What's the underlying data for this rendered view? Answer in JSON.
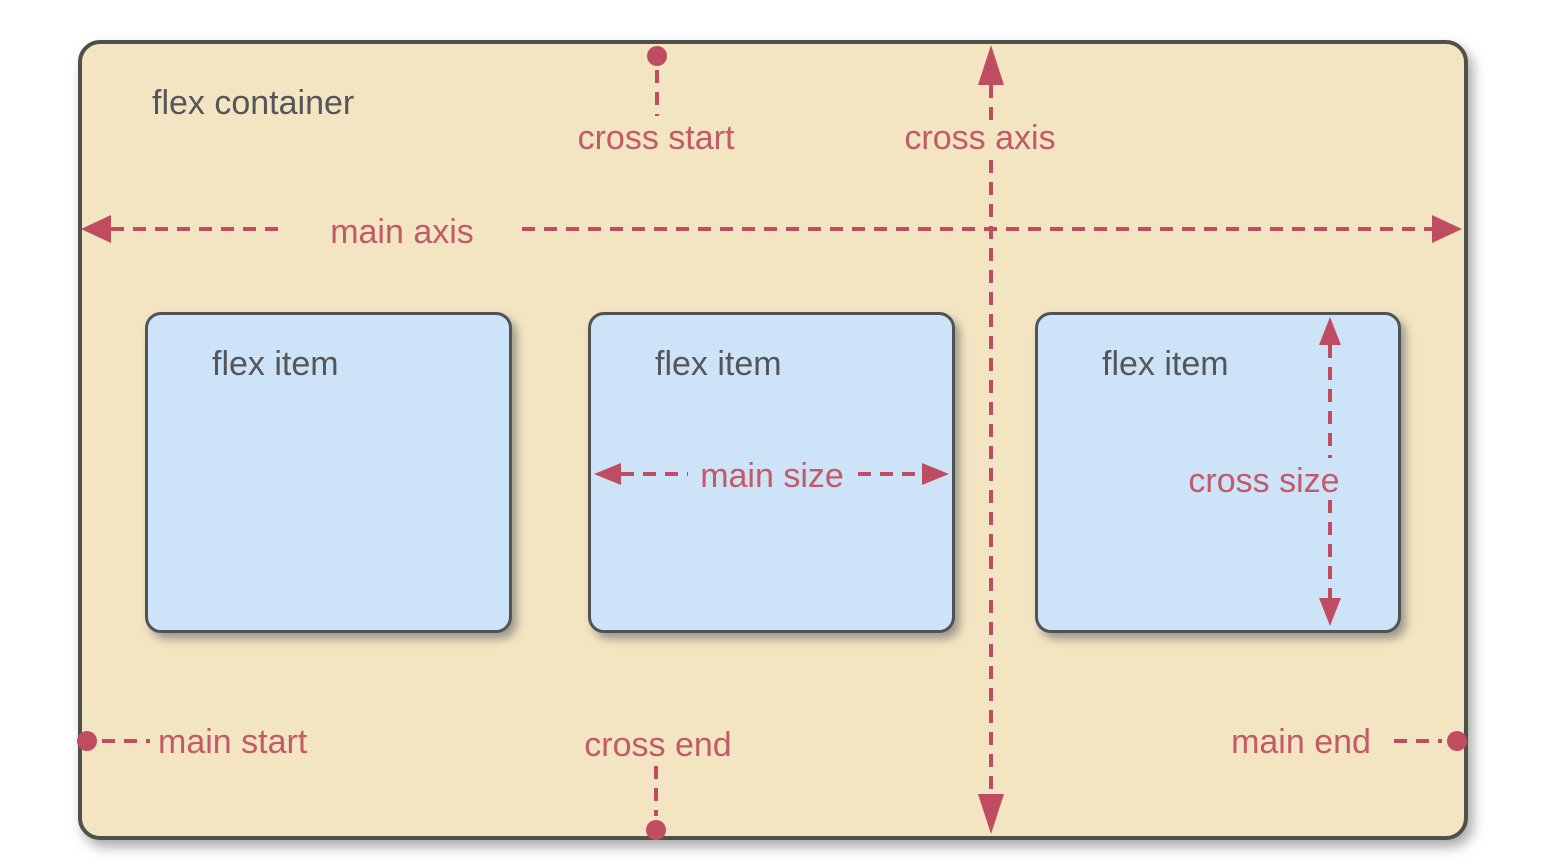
{
  "diagram": {
    "container_label": "flex container",
    "flex_items": [
      {
        "label": "flex item"
      },
      {
        "label": "flex item"
      },
      {
        "label": "flex item"
      }
    ],
    "annotations": {
      "cross_start": "cross start",
      "cross_axis": "cross axis",
      "main_axis": "main axis",
      "main_size": "main size",
      "cross_size": "cross size",
      "main_start": "main start",
      "cross_end": "cross end",
      "main_end": "main end"
    },
    "colors": {
      "container_bg": "#F4E5C2",
      "container_border": "#4F5046",
      "item_bg": "#CDE3F7",
      "item_border": "#4F5257",
      "annotation_red": "#BF4C60",
      "annotation_text_red": "#C25A68",
      "label_gray": "#54565A",
      "page_bg": "#FFFFFF"
    }
  }
}
